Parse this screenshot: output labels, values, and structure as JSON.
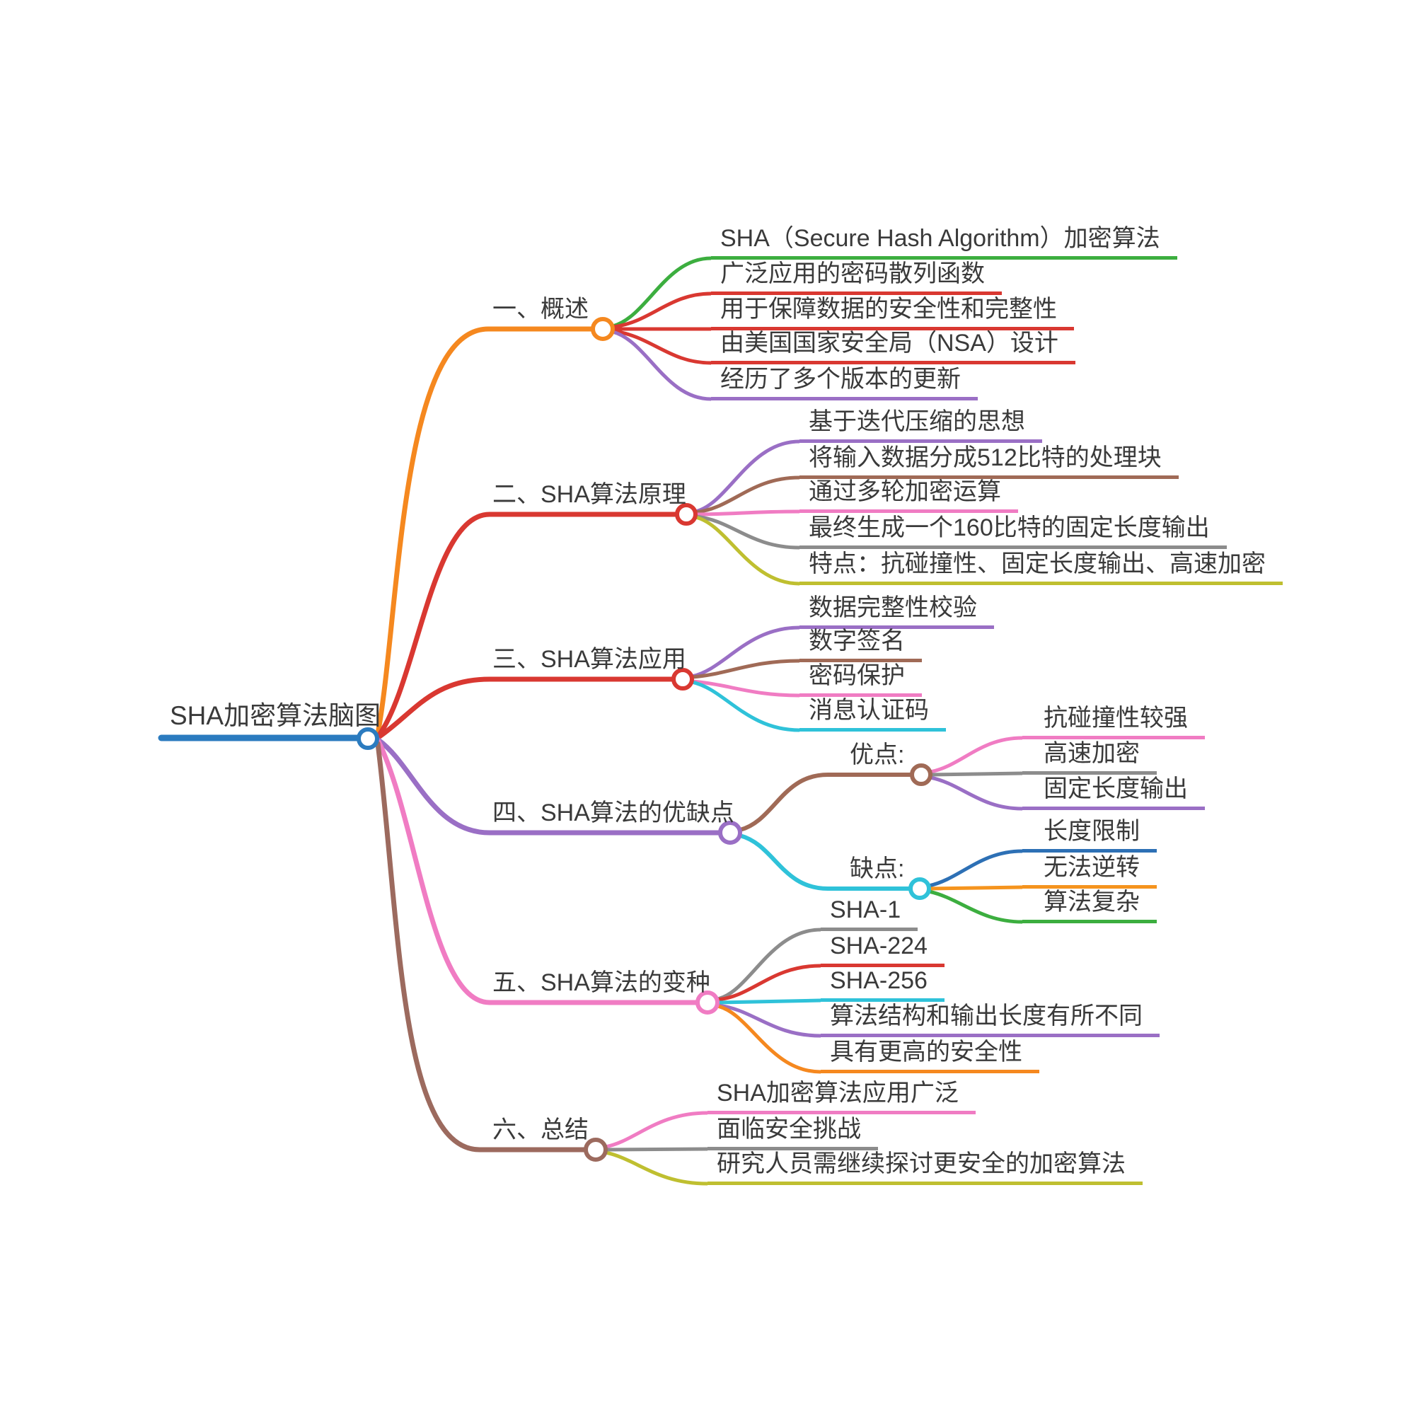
{
  "background": "#FFFFFF",
  "root": {
    "label": "SHA加密算法脑图",
    "color": "#2B7BBF"
  },
  "branches": [
    {
      "label": "一、概述",
      "color": "#F5881F",
      "children": [
        {
          "text": "SHA（Secure Hash Algorithm）加密算法",
          "color": "#3CAE3F"
        },
        {
          "text": "广泛应用的密码散列函数",
          "color": "#D93831"
        },
        {
          "text": "用于保障数据的安全性和完整性",
          "color": "#D93831"
        },
        {
          "text": "由美国国家安全局（NSA）设计",
          "color": "#D93831"
        },
        {
          "text": "经历了多个版本的更新",
          "color": "#9A6FC5"
        }
      ]
    },
    {
      "label": "二、SHA算法原理",
      "color": "#D93831",
      "children": [
        {
          "text": "基于迭代压缩的思想",
          "color": "#9A6FC5"
        },
        {
          "text": "将输入数据分成512比特的处理块",
          "color": "#A06A56"
        },
        {
          "text": "通过多轮加密运算",
          "color": "#F07CC3"
        },
        {
          "text": "最终生成一个160比特的固定长度输出",
          "color": "#8C8C8C"
        },
        {
          "text": "特点：抗碰撞性、固定长度输出、高速加密",
          "color": "#BFBF30"
        }
      ]
    },
    {
      "label": "三、SHA算法应用",
      "color": "#D93831",
      "children": [
        {
          "text": "数据完整性校验",
          "color": "#9A6FC5"
        },
        {
          "text": "数字签名",
          "color": "#A06A56"
        },
        {
          "text": "密码保护",
          "color": "#F07CC3"
        },
        {
          "text": "消息认证码",
          "color": "#2FC2D9"
        }
      ]
    },
    {
      "label": "四、SHA算法的优缺点",
      "color": "#9A6FC5",
      "children": [
        {
          "text": "优点:",
          "color": "#A06A56",
          "children": [
            {
              "text": "抗碰撞性较强",
              "color": "#F07CC3"
            },
            {
              "text": "高速加密",
              "color": "#8C8C8C"
            },
            {
              "text": "固定长度输出",
              "color": "#9A6FC5"
            }
          ]
        },
        {
          "text": "缺点:",
          "color": "#2FC2D9",
          "children": [
            {
              "text": "长度限制",
              "color": "#2D70B5"
            },
            {
              "text": "无法逆转",
              "color": "#F5941E"
            },
            {
              "text": "算法复杂",
              "color": "#3CAE3F"
            }
          ]
        }
      ]
    },
    {
      "label": "五、SHA算法的变种",
      "color": "#F07CC3",
      "children": [
        {
          "text": "SHA-1",
          "color": "#8C8C8C"
        },
        {
          "text": "SHA-224",
          "color": "#D93831"
        },
        {
          "text": "SHA-256",
          "color": "#2FC2D9"
        },
        {
          "text": "算法结构和输出长度有所不同",
          "color": "#9A6FC5"
        },
        {
          "text": "具有更高的安全性",
          "color": "#F5881F"
        }
      ]
    },
    {
      "label": "六、总结",
      "color": "#9C6A5E",
      "children": [
        {
          "text": "SHA加密算法应用广泛",
          "color": "#F07CC3"
        },
        {
          "text": "面临安全挑战",
          "color": "#8C8C8C"
        },
        {
          "text": "研究人员需继续探讨更安全的加密算法",
          "color": "#BFBF30"
        }
      ]
    }
  ]
}
